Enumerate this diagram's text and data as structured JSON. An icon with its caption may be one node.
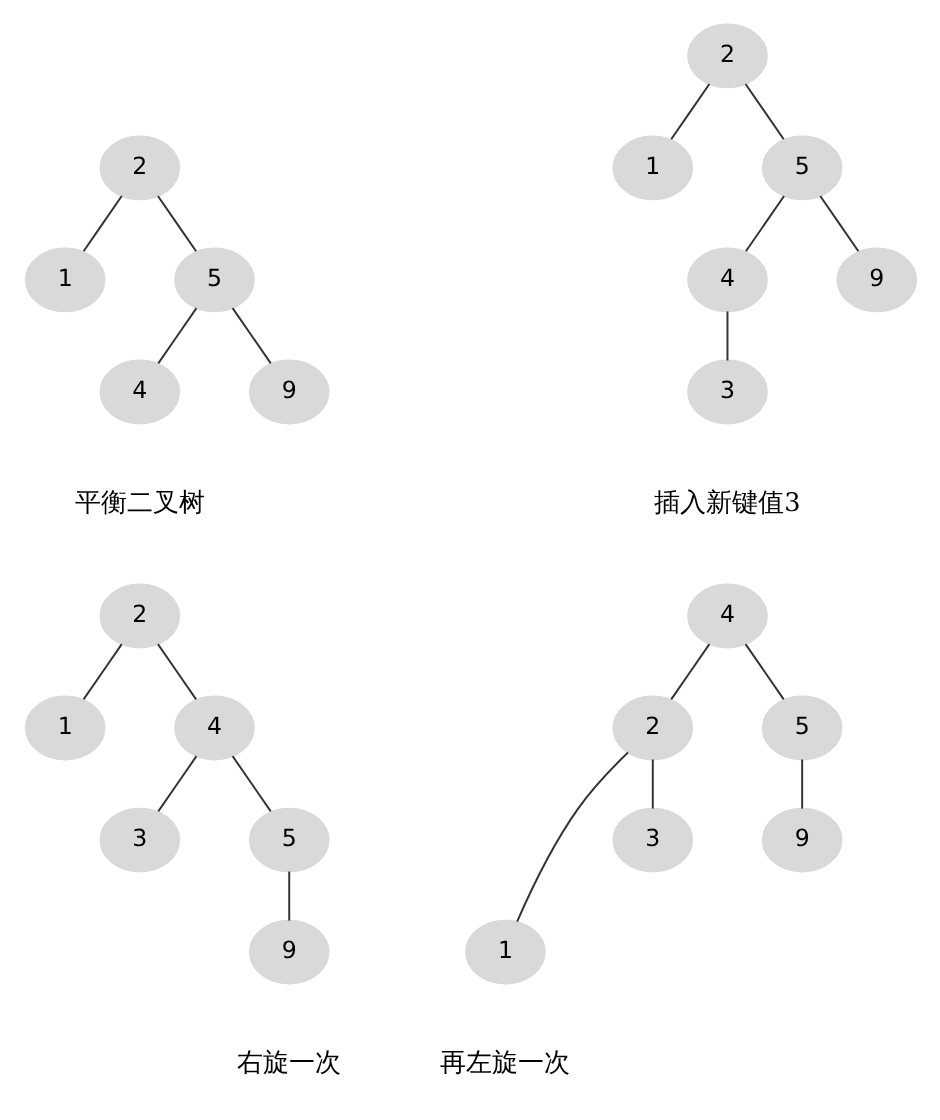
{
  "diagram": {
    "nodes": [
      {
        "text": [
          "2"
        ]
      },
      {
        "text": [
          "1"
        ]
      },
      {
        "text": [
          "5"
        ]
      },
      {
        "text": [
          "4"
        ]
      },
      {
        "text": [
          "9"
        ]
      },
      {
        "text": [
          "2"
        ]
      },
      {
        "text": [
          "1"
        ]
      },
      {
        "text": [
          "5"
        ]
      },
      {
        "text": [
          "4"
        ]
      },
      {
        "text": [
          "9"
        ]
      },
      {
        "text": [
          "3"
        ]
      },
      {
        "text": [
          "2"
        ]
      },
      {
        "text": [
          "1"
        ]
      },
      {
        "text": [
          "4"
        ]
      },
      {
        "text": [
          "3"
        ]
      },
      {
        "text": [
          "5"
        ]
      },
      {
        "text": [
          "9"
        ]
      },
      {
        "text": [
          "4"
        ]
      },
      {
        "text": [
          "2"
        ]
      },
      {
        "text": [
          "5"
        ]
      },
      {
        "text": [
          "1"
        ]
      },
      {
        "text": [
          "3"
        ]
      },
      {
        "text": [
          "9"
        ]
      }
    ],
    "edges": [
      {
        "from": 0,
        "to": 1,
        "arrow": "none"
      },
      {
        "from": 0,
        "to": 2,
        "arrow": "none"
      },
      {
        "from": 2,
        "to": 3,
        "arrow": "none"
      },
      {
        "from": 2,
        "to": 4,
        "arrow": "none"
      },
      {
        "from": 5,
        "to": 6,
        "arrow": "none"
      },
      {
        "from": 5,
        "to": 7,
        "arrow": "none"
      },
      {
        "from": 7,
        "to": 8,
        "arrow": "none"
      },
      {
        "from": 7,
        "to": 9,
        "arrow": "none"
      },
      {
        "from": 8,
        "to": 10,
        "arrow": "none"
      },
      {
        "from": 11,
        "to": 12,
        "arrow": "none"
      },
      {
        "from": 11,
        "to": 13,
        "arrow": "none"
      },
      {
        "from": 13,
        "to": 14,
        "arrow": "none"
      },
      {
        "from": 13,
        "to": 15,
        "arrow": "none"
      },
      {
        "from": 15,
        "to": 16,
        "arrow": "none"
      },
      {
        "from": 17,
        "to": 18,
        "arrow": "none"
      },
      {
        "from": 17,
        "to": 19,
        "arrow": "none"
      },
      {
        "from": 18,
        "to": 20,
        "arrow": "none"
      },
      {
        "from": 18,
        "to": 21,
        "arrow": "none"
      },
      {
        "from": 19,
        "to": 22,
        "arrow": "none"
      }
    ],
    "labels": [
      "平衡二叉树",
      "插入新键值3",
      "右旋一次",
      "再左旋一次"
    ]
  }
}
